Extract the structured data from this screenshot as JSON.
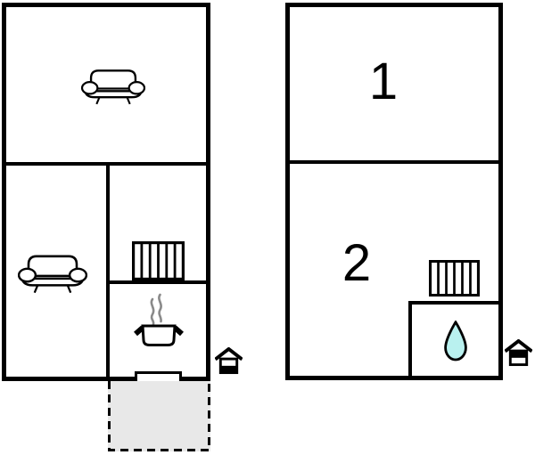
{
  "plans": {
    "ground": {
      "icons": [
        "sofa-icon",
        "sofa-icon",
        "radiator-icon",
        "steam-icon",
        "cooking-pot-icon",
        "door",
        "terrace",
        "house-ground-floor-icon"
      ]
    },
    "upper": {
      "rooms": [
        {
          "label": "1"
        },
        {
          "label": "2"
        }
      ],
      "icons": [
        "radiator-icon",
        "water-drop-icon",
        "house-upper-floor-icon"
      ]
    }
  },
  "colors": {
    "wall": "#000000",
    "background": "#ffffff",
    "terrace_fill": "#e8e8e8",
    "water_drop_fill": "#b9f1ef",
    "steam": "#8a8a8a"
  }
}
